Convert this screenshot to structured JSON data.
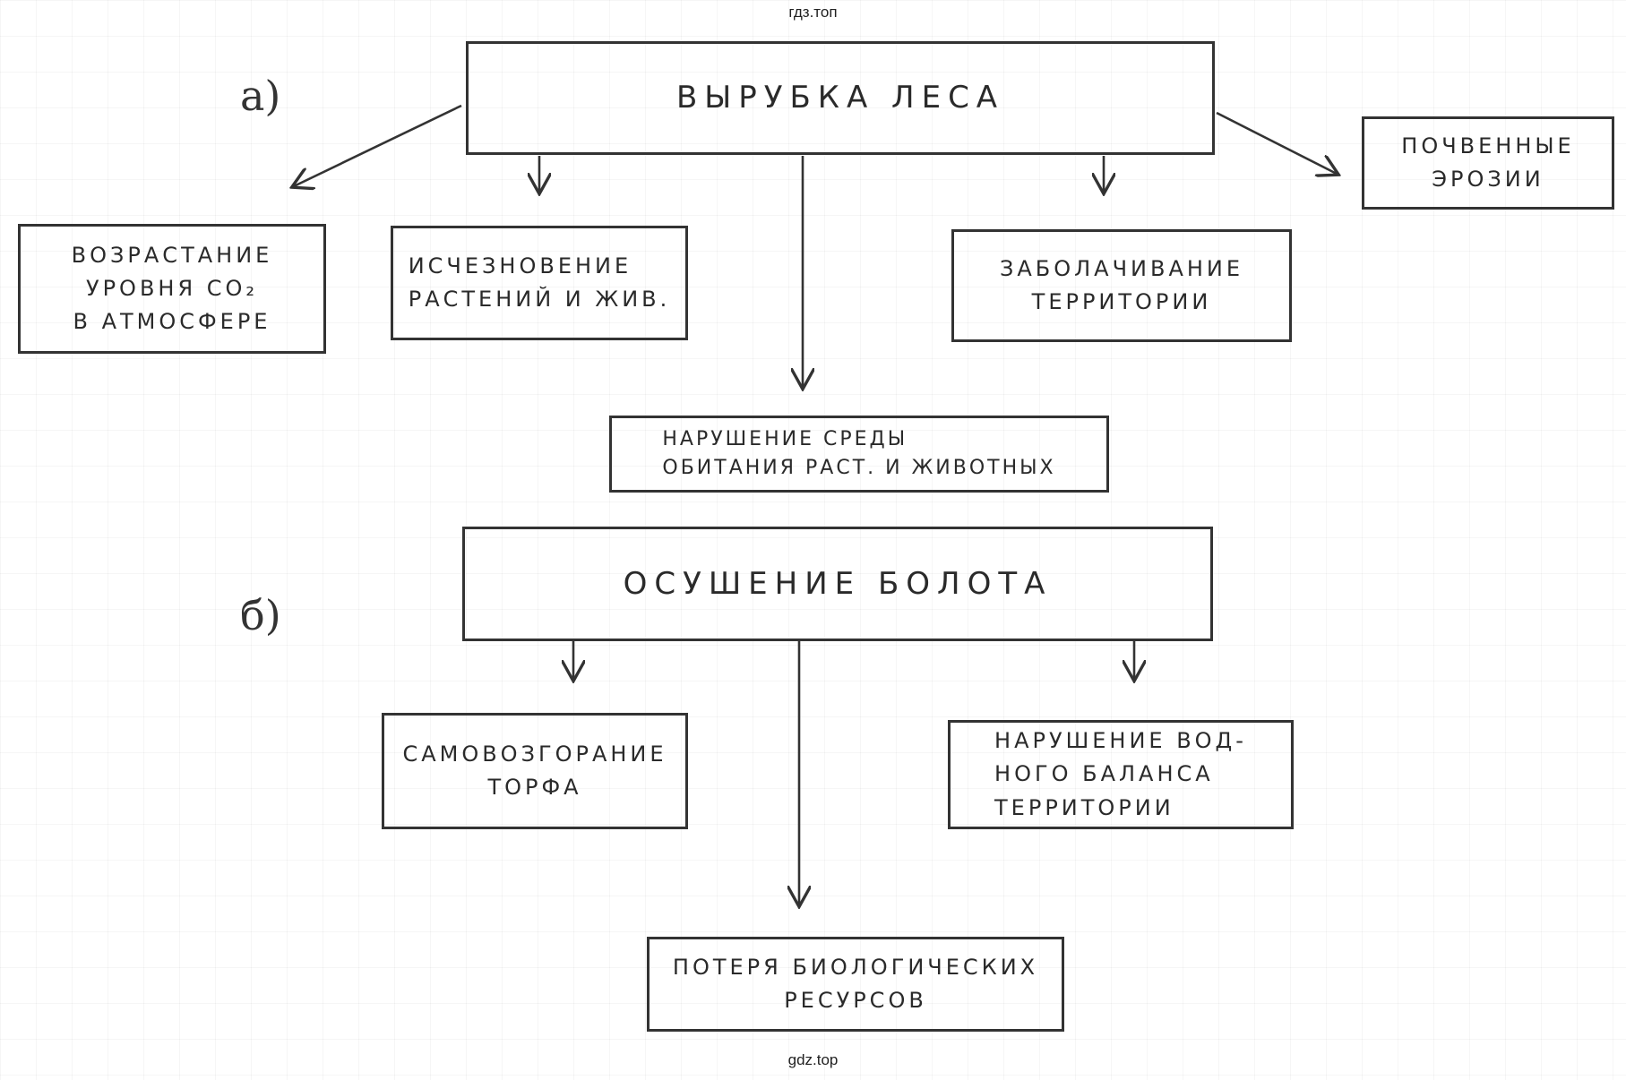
{
  "watermark_top": "гдз.топ",
  "watermark_bottom": "gdz.top",
  "section_a": {
    "label": "а)",
    "root": "ВЫРУБКА ЛЕСА",
    "n1": [
      "ВОЗРАСТАНИЕ",
      "УРОВНЯ CO₂",
      "В АТМОСФЕРЕ"
    ],
    "n2": [
      "ИСЧЕЗНОВЕНИЕ",
      "РАСТЕНИЙ И ЖИВ."
    ],
    "n3": [
      "НАРУШЕНИЕ СРЕДЫ",
      "ОБИТАНИЯ РАСТ. И ЖИВОТНЫХ"
    ],
    "n4": [
      "ЗАБОЛАЧИВАНИЕ",
      "ТЕРРИТОРИИ"
    ],
    "n5": [
      "ПОЧВЕННЫЕ",
      "ЭРОЗИИ"
    ]
  },
  "section_b": {
    "label": "б)",
    "root": "ОСУШЕНИЕ БОЛОТА",
    "n1": [
      "САМОВОЗГОРАНИЕ",
      "ТОРФА"
    ],
    "n2": [
      "НАРУШЕНИЕ ВОД-",
      "НОГО БАЛАНСА",
      "ТЕРРИТОРИИ"
    ],
    "n3": [
      "ПОТЕРЯ БИОЛОГИЧЕСКИХ",
      "РЕСУРСОВ"
    ]
  }
}
